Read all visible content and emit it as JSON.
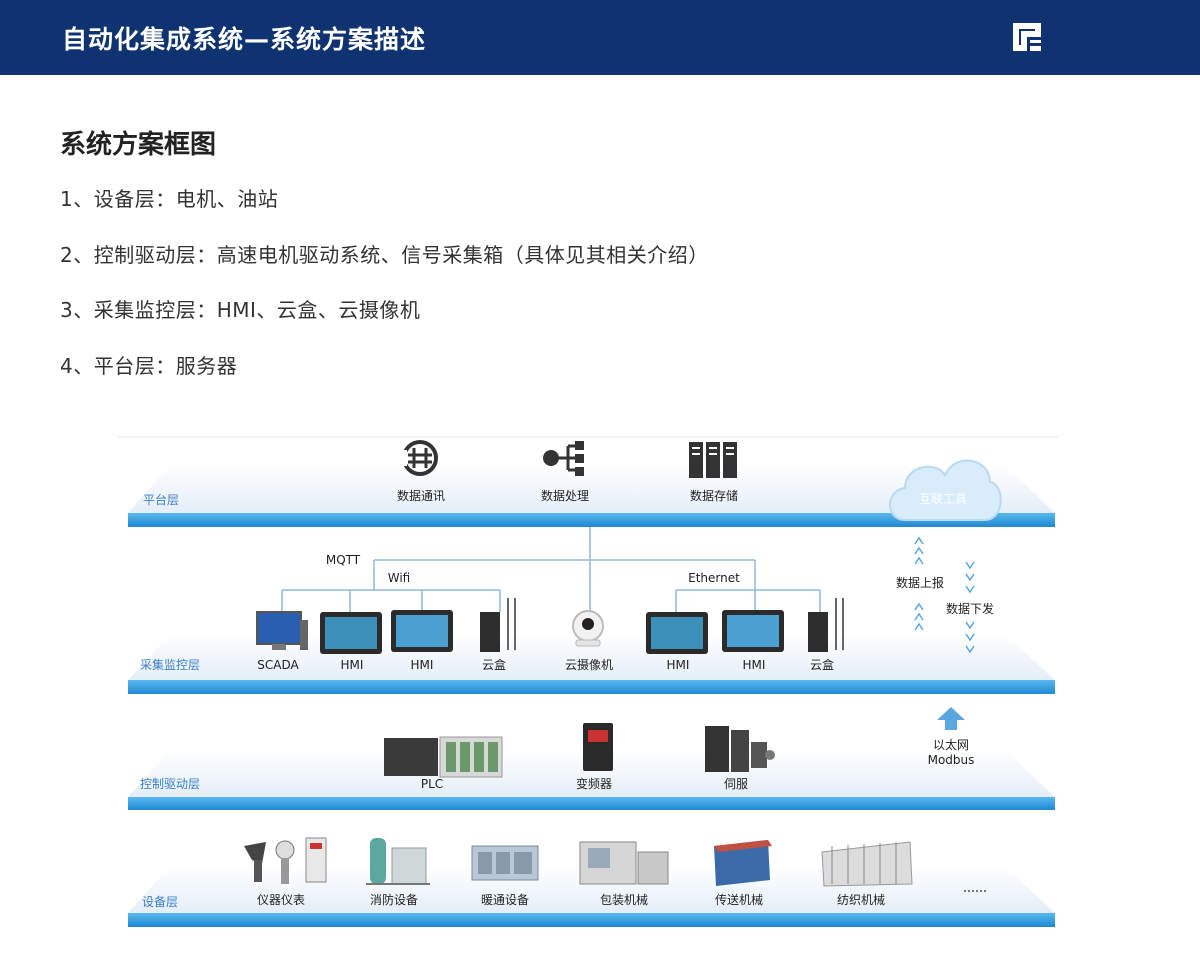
{
  "header": {
    "title": "自动化集成系统—系统方案描述"
  },
  "section": {
    "title": "系统方案框图",
    "items": [
      "1、设备层：电机、油站",
      "2、控制驱动层：高速电机驱动系统、信号采集箱（具体见其相关介绍）",
      "3、采集监控层：HMI、云盒、云摄像机",
      "4、平台层：服务器"
    ]
  },
  "diagram": {
    "layers": {
      "platform": "平台层",
      "monitor": "采集监控层",
      "control": "控制驱动层",
      "device": "设备层"
    },
    "platform": {
      "comm": "数据通讯",
      "process": "数据处理",
      "storage": "数据存储",
      "cloud": "互联工具"
    },
    "network": {
      "mqtt": "MQTT",
      "wifi": "Wifi",
      "ethernet": "Ethernet"
    },
    "monitor": {
      "scada": "SCADA",
      "hmi1": "HMI",
      "hmi2": "HMI",
      "cloudbox1": "云盒",
      "camera": "云摄像机",
      "hmi3": "HMI",
      "hmi4": "HMI",
      "cloudbox2": "云盒"
    },
    "side": {
      "upload": "数据上报",
      "download": "数据下发",
      "ethernet_cn": "以太网",
      "modbus": "Modbus"
    },
    "control": {
      "plc": "PLC",
      "vfd": "变频器",
      "servo": "伺服"
    },
    "device": {
      "instruments": "仪器仪表",
      "fire": "消防设备",
      "hvac": "暖通设备",
      "packaging": "包装机械",
      "conveyor": "传送机械",
      "textile": "纺织机械"
    },
    "colors": {
      "band": "#2f9be0",
      "header": "#0f3370",
      "accent": "#3a7fc7"
    }
  }
}
